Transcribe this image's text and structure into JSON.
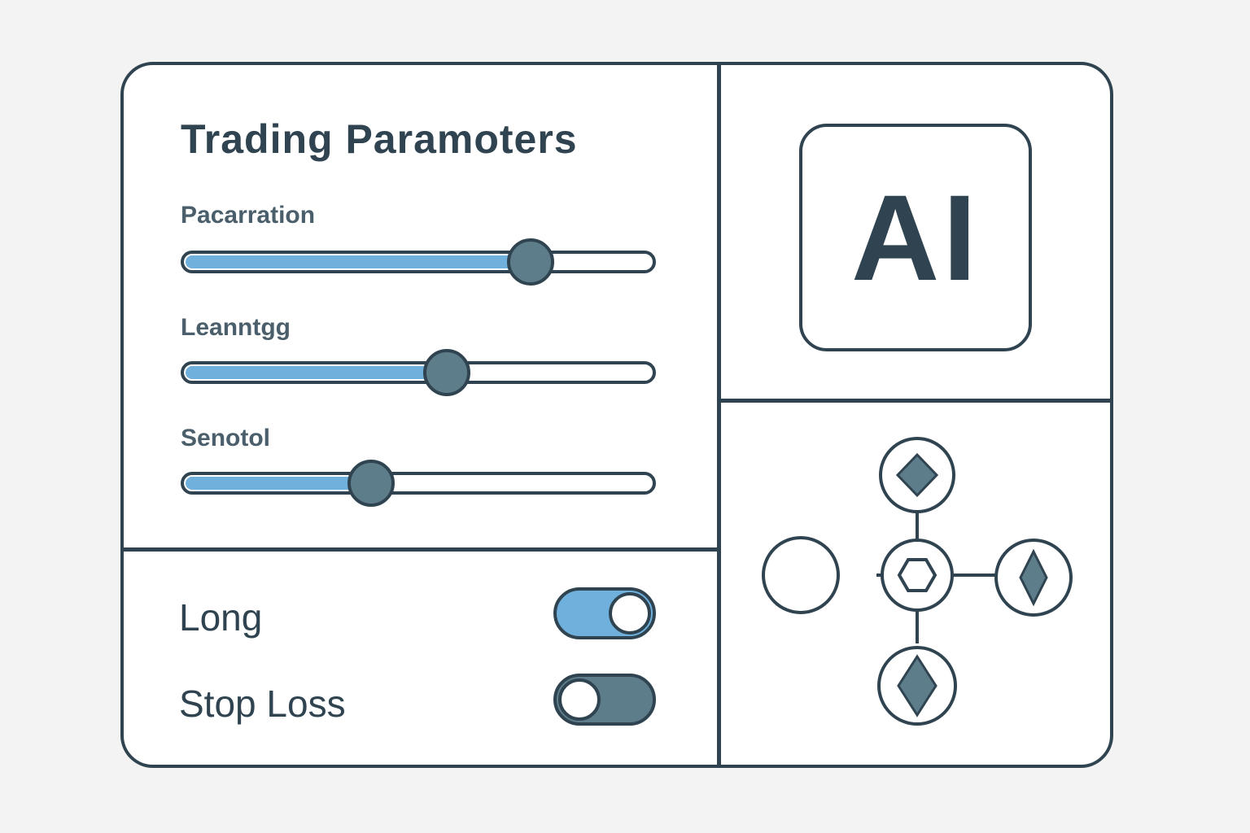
{
  "panel": {
    "title": "Trading Paramoters"
  },
  "sliders": [
    {
      "label": "Pacarration",
      "value": 0.74
    },
    {
      "label": "Leanntgg",
      "value": 0.56
    },
    {
      "label": "Senotol",
      "value": 0.4
    }
  ],
  "toggles": [
    {
      "label": "Long",
      "state": "on"
    },
    {
      "label": "Stop Loss",
      "state": "off"
    }
  ],
  "badge": {
    "text": "AI"
  },
  "icons": {
    "network": "network-diagram-icon",
    "center_node": "hexagon-icon",
    "outer_node": "diamond-icon"
  },
  "colors": {
    "outline": "#2f4450",
    "accent": "#6fb0dc",
    "thumb": "#5e7d8b",
    "background": "#f3f3f3",
    "card": "#ffffff"
  }
}
